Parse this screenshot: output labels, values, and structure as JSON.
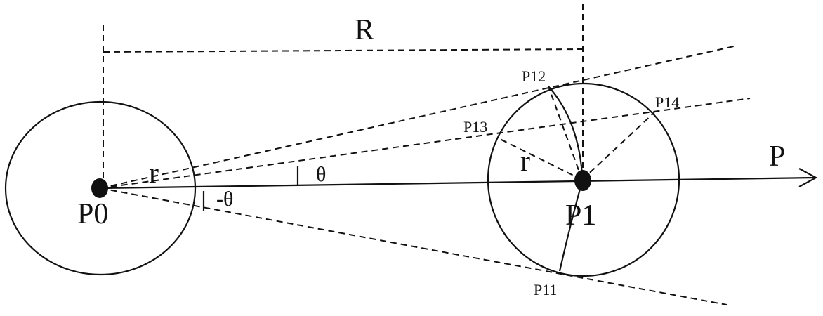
{
  "labels": {
    "R": "R",
    "P0": "P0",
    "P1": "P1",
    "P": "P",
    "r_left": "r",
    "r_right": "r",
    "theta": "θ",
    "neg_theta": "-θ",
    "P11": "P11",
    "P12": "P12",
    "P13": "P13",
    "P14": "P14"
  },
  "colors": {
    "ink": "#111111",
    "background": "#ffffff"
  }
}
